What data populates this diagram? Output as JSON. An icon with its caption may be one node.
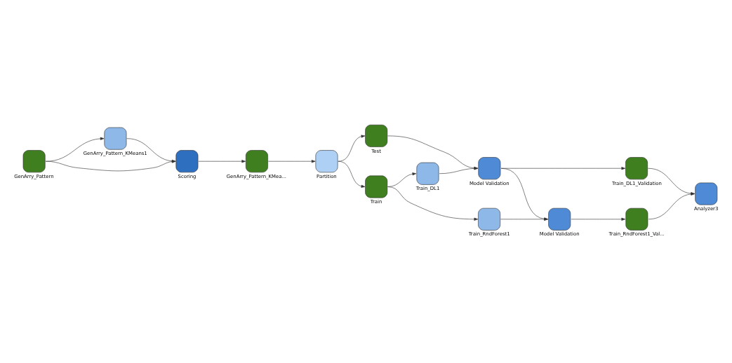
{
  "diagram": {
    "nodes": [
      {
        "text": [
          "GenArry_Pattern"
        ]
      },
      {
        "text": [
          "GenArry_Pattern_KMeans1"
        ]
      },
      {
        "text": [
          "GenArry_Pattern_KMea..."
        ]
      },
      {
        "text": [
          "Partition"
        ]
      },
      {
        "text": [
          "Test"
        ]
      },
      {
        "text": [
          "Scoring"
        ]
      },
      {
        "text": [
          "Train"
        ]
      },
      {
        "text": [
          "Train_DL1"
        ]
      },
      {
        "text": [
          "Model Validation"
        ]
      },
      {
        "text": [
          "Train_DL1_Validation"
        ]
      },
      {
        "text": [
          "Analyzer3"
        ]
      },
      {
        "text": [
          "Train_RndForest1"
        ]
      },
      {
        "text": [
          "Model Validation"
        ]
      },
      {
        "text": [
          "Train_RndForest1_Val..."
        ]
      }
    ],
    "edges": [
      {
        "from": 0,
        "to": 1,
        "arrow": "to"
      },
      {
        "from": 0,
        "to": 5,
        "arrow": "to"
      },
      {
        "from": 1,
        "to": 5,
        "arrow": "to"
      },
      {
        "from": 5,
        "to": 2,
        "arrow": "to"
      },
      {
        "from": 2,
        "to": 3,
        "arrow": "to"
      },
      {
        "from": 3,
        "to": 4,
        "arrow": "to"
      },
      {
        "from": 3,
        "to": 6,
        "arrow": "to"
      },
      {
        "from": 4,
        "to": 8,
        "arrow": "to"
      },
      {
        "from": 6,
        "to": 7,
        "arrow": "to"
      },
      {
        "from": 6,
        "to": 11,
        "arrow": "to"
      },
      {
        "from": 7,
        "to": 8,
        "arrow": "to"
      },
      {
        "from": 8,
        "to": 9,
        "arrow": "to"
      },
      {
        "from": 8,
        "to": 12,
        "arrow": "to"
      },
      {
        "from": 11,
        "to": 12,
        "arrow": "to"
      },
      {
        "from": 12,
        "to": 13,
        "arrow": "to"
      },
      {
        "from": 9,
        "to": 10,
        "arrow": "to"
      },
      {
        "from": 13,
        "to": 10,
        "arrow": "to"
      }
    ]
  }
}
